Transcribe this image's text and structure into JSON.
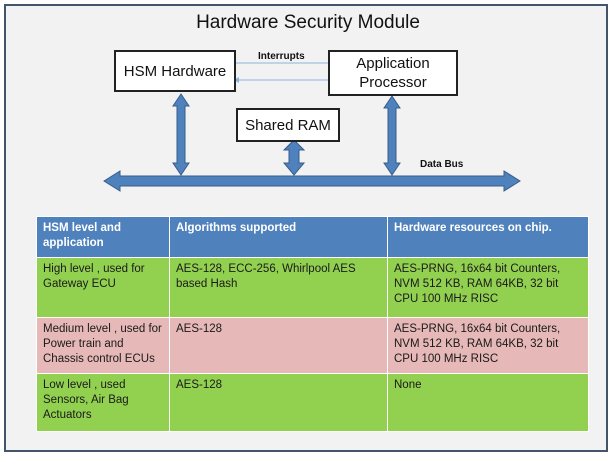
{
  "title": "Hardware Security Module",
  "diagram": {
    "hsm_hardware": "HSM Hardware",
    "application_processor": "Application Processor",
    "shared_ram": "Shared RAM",
    "interrupts_label": "Interrupts",
    "data_bus_label": "Data Bus"
  },
  "table": {
    "headers": [
      "HSM level  and application",
      "Algorithms supported",
      "Hardware resources on chip."
    ],
    "rows": [
      {
        "level": "High level , used for Gateway ECU",
        "algorithms": "AES-128, ECC-256,  Whirlpool  AES based Hash",
        "resources": "AES-PRNG, 16x64 bit Counters, NVM 512 KB, RAM 64KB,   32 bit  CPU  100  MHz RISC"
      },
      {
        "level": "Medium level , used for Power train and Chassis control ECUs",
        "algorithms": "AES-128",
        "resources": "AES-PRNG, 16x64 bit Counters, NVM 512 KB, RAM 64KB,   32 bit CPU    100  MHz RISC"
      },
      {
        "level": "Low level , used Sensors, Air Bag Actuators",
        "algorithms": "AES-128",
        "resources": "None"
      }
    ]
  },
  "colors": {
    "header_blue": "#4f81bd",
    "row_green": "#92d050",
    "row_pink": "#e6b8b7",
    "arrow_blue": "#4f81bd"
  }
}
